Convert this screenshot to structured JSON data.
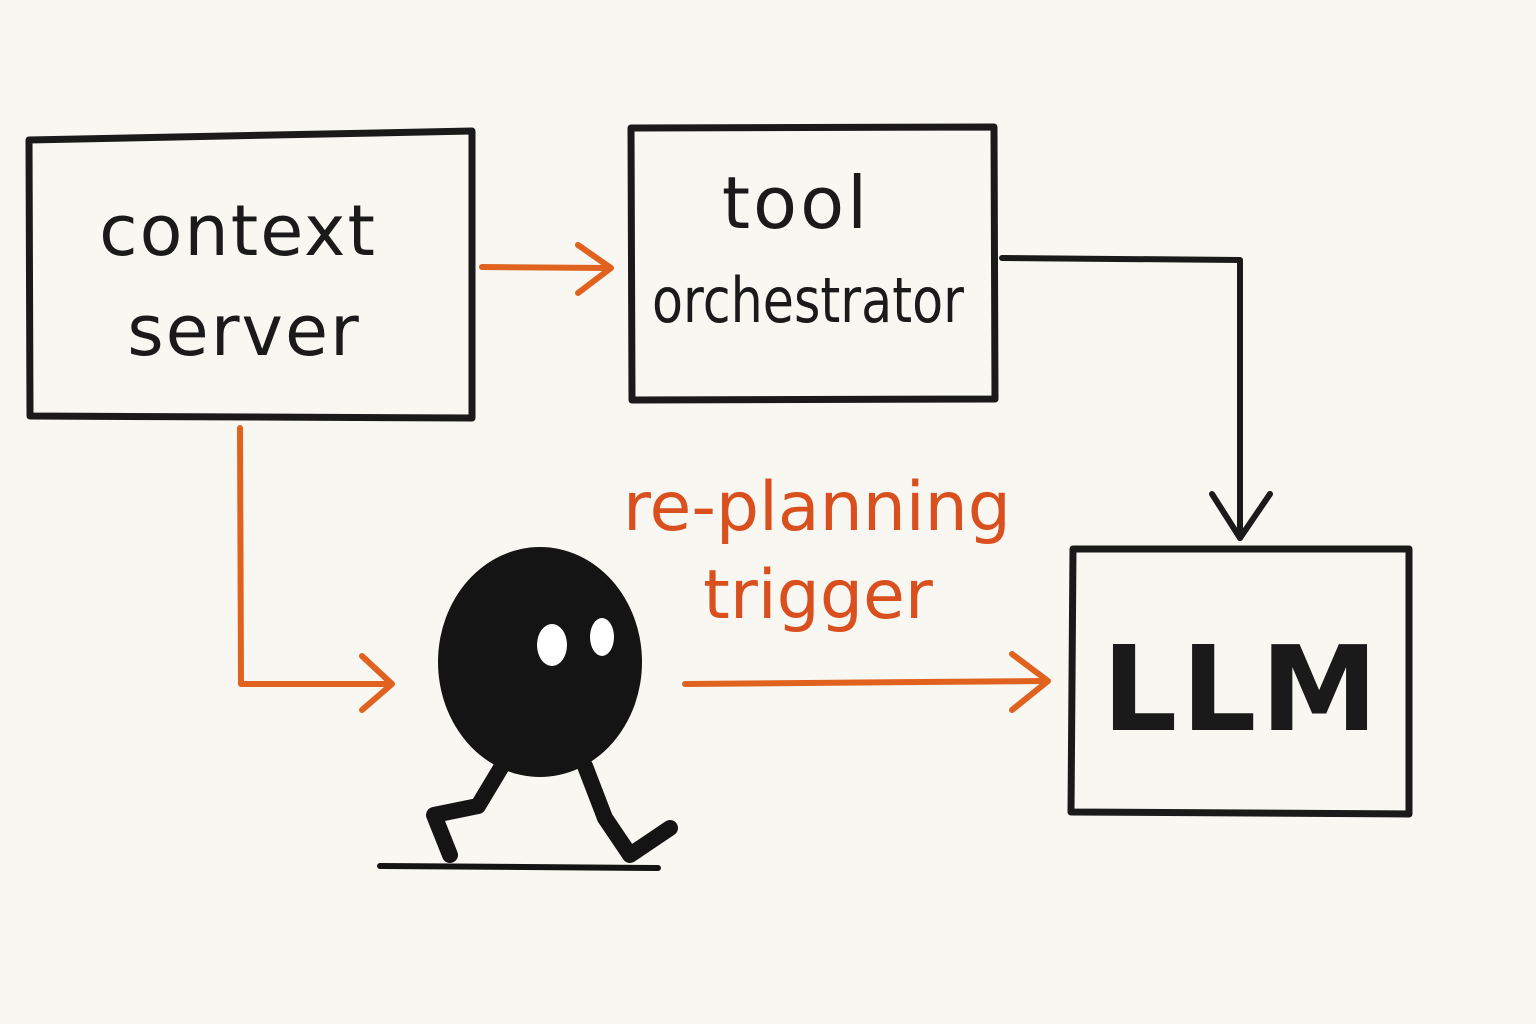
{
  "nodes": {
    "context_server": {
      "line1": "context",
      "line2": "server"
    },
    "tool_orchestrator": {
      "line1": "tool",
      "line2": "orchestrator"
    },
    "llm": {
      "label": "LLM"
    }
  },
  "edge_label": {
    "line1": "re-planning",
    "line2": "trigger"
  },
  "colors": {
    "ink": "#1a1a1a",
    "accent": "#e0621e",
    "background": "#f8f7f2"
  },
  "character": {
    "icon": "blob-walker-icon"
  }
}
